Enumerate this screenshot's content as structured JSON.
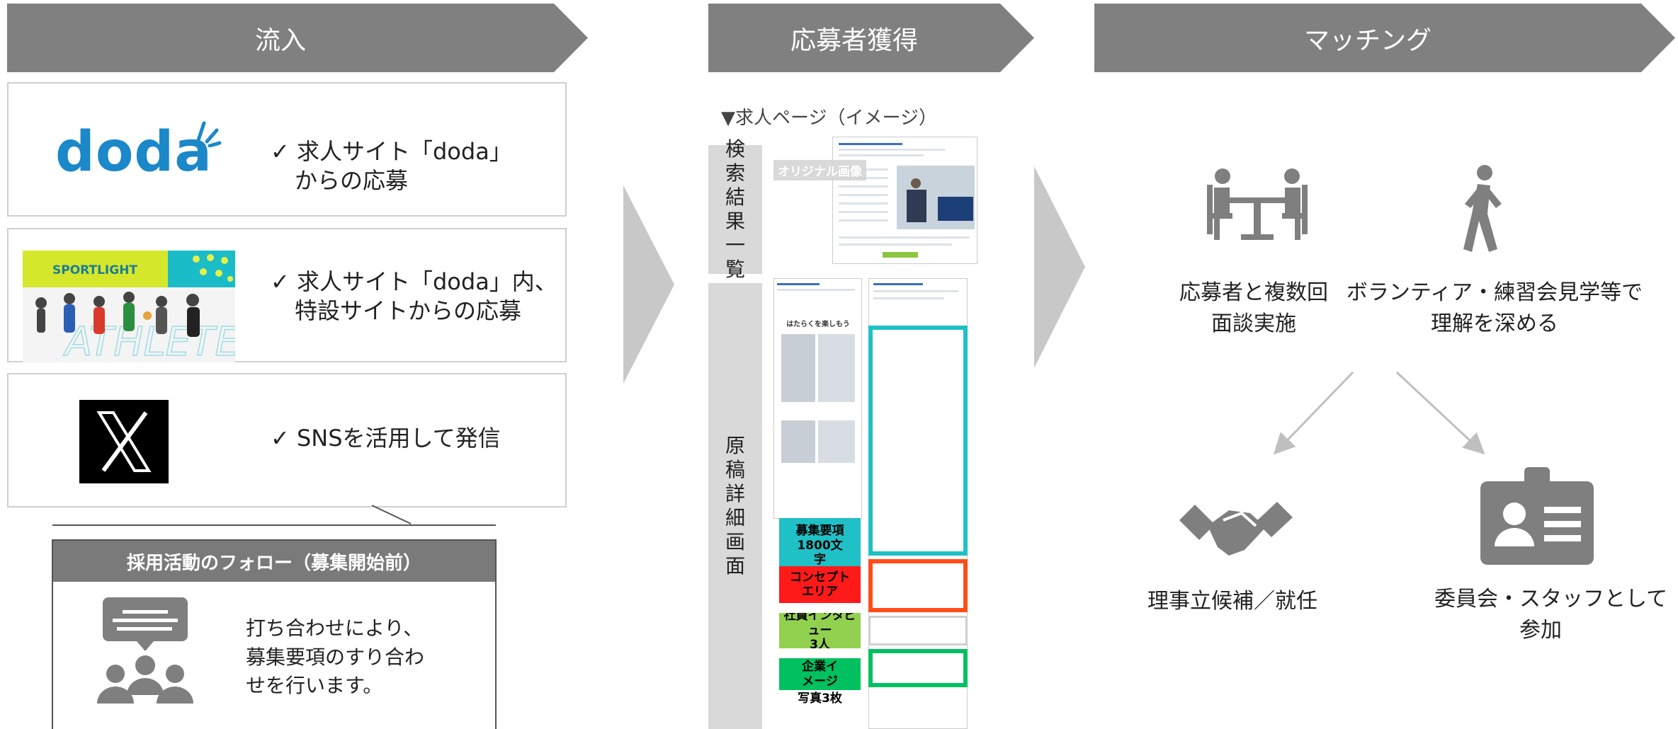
{
  "headers": [
    "流入",
    "応募者獲得",
    "マッチング"
  ],
  "inflow": {
    "doda_logo": "doda",
    "doda_text": [
      "✓ 求人サイト「doda」",
      "からの応募"
    ],
    "sport_logo": "SPORTLIGHT",
    "sport_text": [
      "✓ 求人サイト「doda」内、",
      "特設サイトからの応募"
    ],
    "x_logo": "X",
    "x_text": "✓ SNSを活用して発信"
  },
  "follow": {
    "title": "採用活動のフォロー（募集開始前）",
    "text": [
      "打ち合わせにより、",
      "募集要項のすり合わ",
      "せを行います。"
    ]
  },
  "acquisition": {
    "caption": "▼求人ページ（イメージ）",
    "search_label": [
      "検",
      "索",
      "結",
      "果",
      "一",
      "覧"
    ],
    "detail_label": [
      "原",
      "稿",
      "詳",
      "細",
      "画",
      "面"
    ],
    "original_image_label": "オリジナル画像",
    "page_headline": "はたらくを楽しもう",
    "tags": [
      {
        "lines": [
          "募集要項",
          "1800文",
          "字"
        ],
        "color": "#1fc0c6"
      },
      {
        "lines": [
          "コンセプト",
          "エリア"
        ],
        "color": "#ff1a1a"
      },
      {
        "lines": [
          "社員インタビュー",
          "3人"
        ],
        "color": "#92d050"
      },
      {
        "lines": [
          "企業イ",
          "メージ",
          "写真3枚"
        ],
        "color": "#00c060"
      }
    ]
  },
  "matching": {
    "interview": [
      "応募者と複数回",
      "面談実施"
    ],
    "volunteer": [
      "ボランティア・練習会見学等で",
      "理解を深める"
    ],
    "board": "理事立候補／就任",
    "staff": [
      "委員会・スタッフとして",
      "参加"
    ]
  },
  "colors": {
    "header_gray": "#808080",
    "doda_blue": "#1a88c9",
    "sport_green": "#d5e72a",
    "sport_teal": "#1abcc8",
    "icon_gray": "#7f7f7f"
  }
}
